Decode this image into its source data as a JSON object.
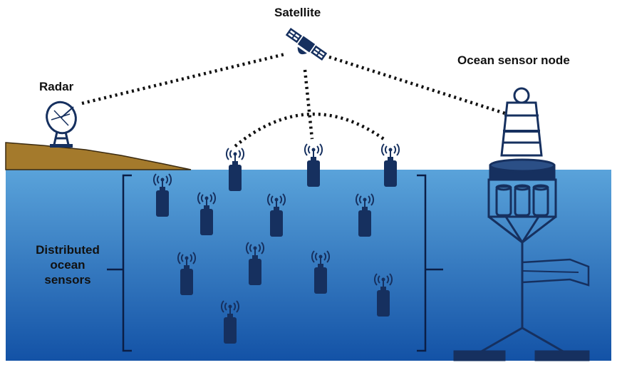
{
  "labels": {
    "satellite": "Satellite",
    "radar": "Radar",
    "ocean_sensor_node": "Ocean sensor node",
    "distributed_line1": "Distributed",
    "distributed_line2": "ocean",
    "distributed_line3": "sensors"
  },
  "colors": {
    "sea_top": "#5aa3da",
    "sea_bottom": "#1352a6",
    "sensor": "#16305f",
    "link": "#111111",
    "land": "#a47a2c",
    "outline": "#0b1e46"
  },
  "icons": [
    "satellite-icon",
    "radar-dish-icon",
    "buoy-icon",
    "sensor-icon",
    "wifi-signal-icon"
  ]
}
